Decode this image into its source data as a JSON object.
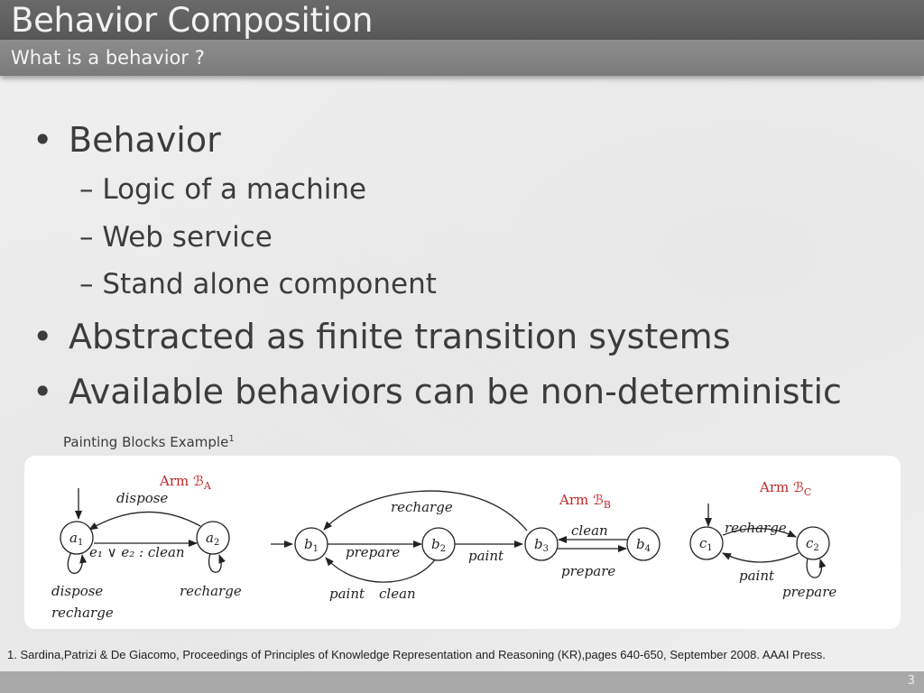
{
  "header": {
    "title": "Behavior Composition",
    "subtitle": "What is a behavior ?"
  },
  "bullets": [
    {
      "text": "Behavior",
      "sub": [
        "Logic of a machine",
        "Web service",
        "Stand alone component"
      ]
    },
    {
      "text": "Abstracted as finite transition systems",
      "sub": []
    },
    {
      "text": "Available behaviors can be non-deterministic",
      "sub": []
    }
  ],
  "diagram": {
    "caption": "Painting Blocks Example",
    "caption_sup": "1",
    "arm_prefix": "Arm",
    "behaviors": [
      {
        "script_letter": "ℬ",
        "subscript": "A",
        "states": [
          "a",
          "a"
        ],
        "state_subs": [
          "1",
          "2"
        ],
        "transitions": {
          "a1_to_a2": "e₁ ∨ e₂ : clean",
          "a2_to_a1": "dispose",
          "a1_loop": "dispose",
          "a1_loop_2": "recharge",
          "a2_loop": "recharge"
        }
      },
      {
        "script_letter": "ℬ",
        "subscript": "B",
        "states": [
          "b",
          "b",
          "b",
          "b"
        ],
        "state_subs": [
          "1",
          "2",
          "3",
          "4"
        ],
        "transitions": {
          "b3_to_b1": "recharge",
          "b1_to_b2": "prepare",
          "b2_to_b3": "paint",
          "b2_to_b1_a": "paint",
          "b2_to_b1_b": "clean",
          "b4_to_b3": "clean",
          "b3_to_b4": "prepare"
        }
      },
      {
        "script_letter": "ℬ",
        "subscript": "C",
        "states": [
          "c",
          "c"
        ],
        "state_subs": [
          "1",
          "2"
        ],
        "transitions": {
          "c1_to_c2": "recharge",
          "c2_to_c1": "paint",
          "c2_loop": "prepare"
        }
      }
    ]
  },
  "footnote": "1. Sardina,Patrizi & De Giacomo, Proceedings of Principles of Knowledge Representation and Reasoning (KR),pages 640-650, September 2008. AAAI Press.",
  "page_number": "3"
}
